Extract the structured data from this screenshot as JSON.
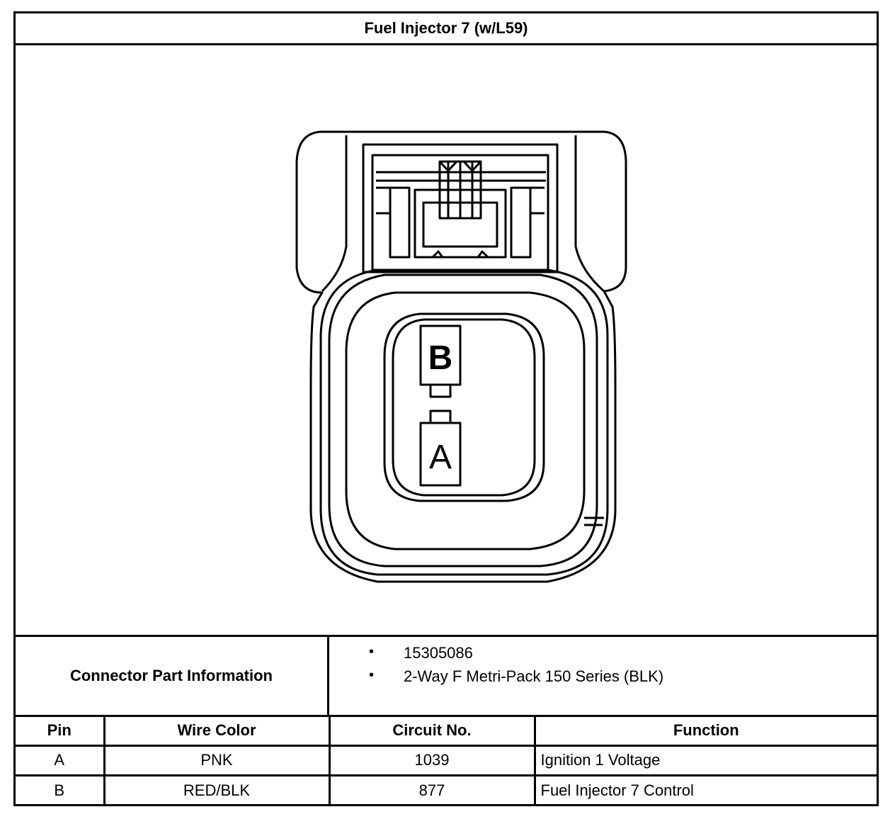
{
  "title": "Fuel Injector 7 (w/L59)",
  "connector": {
    "pin_labels": [
      "B",
      "A"
    ]
  },
  "part_info": {
    "label": "Connector Part Information",
    "bullet": "•",
    "items": [
      "15305086",
      "2-Way F Metri-Pack 150 Series (BLK)"
    ]
  },
  "pin_table": {
    "headers": [
      "Pin",
      "Wire Color",
      "Circuit No.",
      "Function"
    ],
    "rows": [
      {
        "pin": "A",
        "wire_color": "PNK",
        "circuit": "1039",
        "function": "Ignition 1 Voltage"
      },
      {
        "pin": "B",
        "wire_color": "RED/BLK",
        "circuit": "877",
        "function": "Fuel Injector 7 Control"
      }
    ]
  }
}
